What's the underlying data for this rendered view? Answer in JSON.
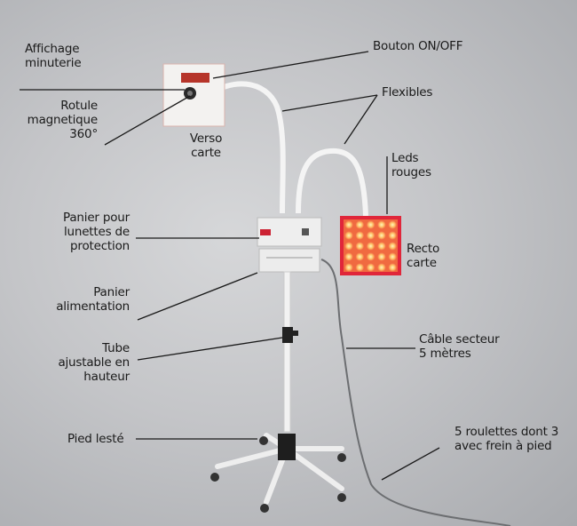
{
  "labels": {
    "affichage": "Affichage\nminuterie",
    "bouton": "Bouton ON/OFF",
    "rotule": "Rotule\nmagnetique\n360°",
    "verso": "Verso\ncarte",
    "flexibles": "Flexibles",
    "leds": "Leds\nrouges",
    "panier_lunettes": "Panier pour\nlunettes de\nprotection",
    "recto": "Recto\ncarte",
    "panier_alim": "Panier\nalimentation",
    "tube": "Tube\najustable en\nhauteur",
    "cable": "Câble secteur\n5 mètres",
    "pied": "Pied lesté",
    "roulettes": "5 roulettes dont 3\navec frein à pied"
  },
  "colors": {
    "led_panel": "#e0263a",
    "led_glow": "#ffd27a",
    "leader": "#1a1a1a"
  }
}
